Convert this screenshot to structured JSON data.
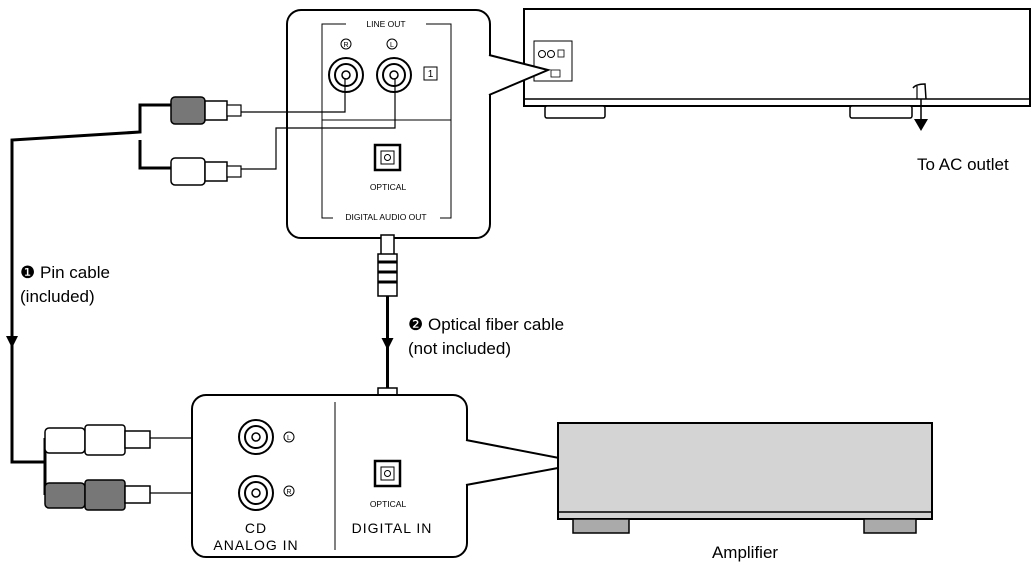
{
  "player_panel": {
    "line_out": "LINE OUT",
    "right_mark": "R",
    "left_mark": "L",
    "badge": "1",
    "optical": "OPTICAL",
    "digital_audio_out": "DIGITAL AUDIO OUT"
  },
  "amp_panel": {
    "left_mark": "L",
    "right_mark": "R",
    "cd": "CD",
    "analog_in": "ANALOG IN",
    "optical": "OPTICAL",
    "digital_in": "DIGITAL IN"
  },
  "labels": {
    "ac_outlet": "To AC outlet",
    "pin_cable_num": "❶",
    "pin_cable_1": "Pin cable",
    "pin_cable_2": "(included)",
    "optical_cable_num": "❷",
    "optical_cable_1": "Optical fiber cable",
    "optical_cable_2": "(not included)",
    "amplifier": "Amplifier"
  },
  "colors": {
    "amp_body": "#d4d4d4",
    "plug_dark": "#777777",
    "line": "#000000"
  }
}
